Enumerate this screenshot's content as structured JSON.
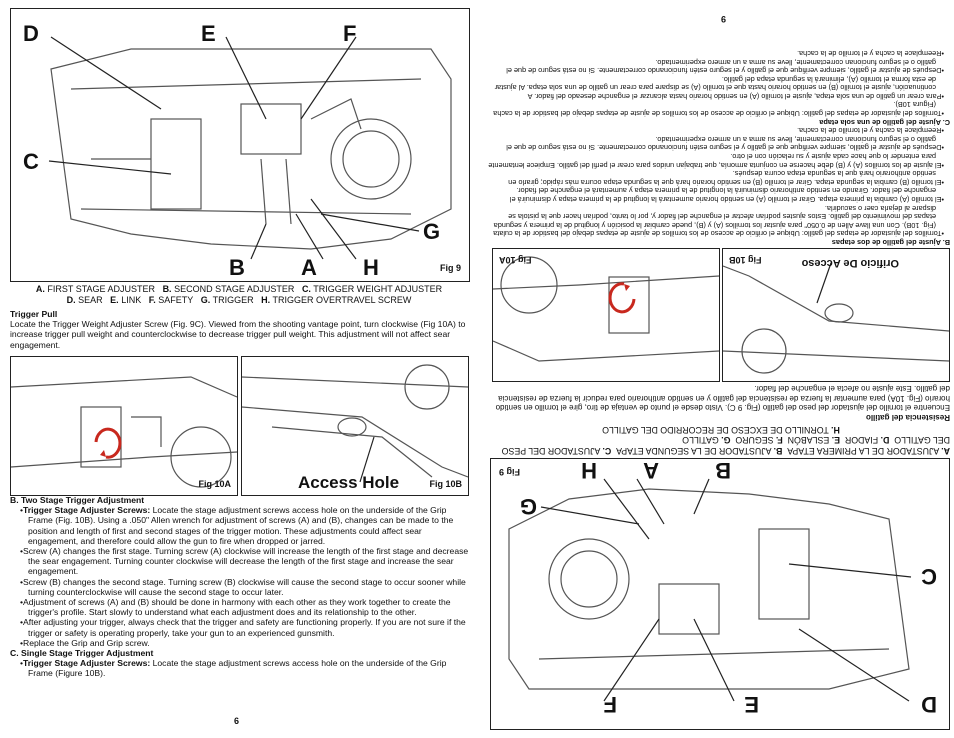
{
  "page_left": {
    "page_number": "6",
    "fig9": {
      "fig_label": "Fig 9",
      "letters": [
        "A",
        "B",
        "C",
        "D",
        "E",
        "F",
        "G",
        "H"
      ],
      "caption_line1": [
        {
          "k": "A.",
          "v": " FIRST STAGE ADJUSTER"
        },
        {
          "k": "B.",
          "v": " SECOND STAGE ADJUSTER"
        },
        {
          "k": "C.",
          "v": " TRIGGER WEIGHT ADJUSTER"
        }
      ],
      "caption_line2": [
        {
          "k": "D.",
          "v": " SEAR"
        },
        {
          "k": "E.",
          "v": " LINK"
        },
        {
          "k": "F.",
          "v": " SAFETY"
        },
        {
          "k": "G.",
          "v": " TRIGGER"
        },
        {
          "k": "H.",
          "v": " TRIGGER OVERTRAVEL SCREW"
        }
      ]
    },
    "trigger_pull": {
      "heading": "Trigger Pull",
      "body": "Locate the Trigger Weight Adjuster Screw (Fig. 9C). Viewed from the shooting vantage point, turn clockwise (Fig 10A) to increase trigger pull weight and counterclockwise to decrease trigger pull weight. This adjustment will not affect sear engagement."
    },
    "fig10a_label": "Fig 10A",
    "fig10b_label": "Fig 10B",
    "access_hole": "Access Hole",
    "section_b": {
      "heading": "B. Two Stage Trigger Adjustment",
      "bullets": [
        {
          "bold": "Trigger Stage Adjuster Screws:",
          "text": " Locate the stage adjustment screws access hole on the underside of the Grip Frame (Fig. 10B). Using a .050\" Allen wrench for adjustment of screws (A) and (B), changes can be made to the position and length of first and second stages of the trigger motion. These adjustments could affect sear engagement, and therefore could allow the gun to fire when dropped or jarred."
        },
        {
          "bold": "",
          "text": "Screw (A) changes the first stage. Turning screw (A) clockwise will increase the length of the first stage and decrease the sear engagement. Turning counter clockwise will decrease the length of the first stage and increase the sear engagement."
        },
        {
          "bold": "",
          "text": "Screw (B) changes the second stage. Turning screw (B) clockwise will cause the second stage to occur sooner while turning counterclockwise will cause the second stage to occur later."
        },
        {
          "bold": "",
          "text": "Adjustment of screws (A) and (B) should be done in harmony with each other as they work together to create the trigger's profile. Start slowly to understand what each adjustment does and its relationship to the other."
        },
        {
          "bold": "",
          "text": "After adjusting your trigger, always check that the trigger and safety are functioning properly. If you are not sure if the trigger or safety is operating properly, take your gun to an experienced gunsmith."
        },
        {
          "bold": "",
          "text": "Replace the Grip and Grip screw."
        }
      ]
    },
    "section_c": {
      "heading": "C. Single Stage Trigger Adjustment",
      "bullets": [
        {
          "bold": "Trigger Stage Adjuster Screws:",
          "text": " Locate the stage adjustment screws access hole on the underside of the Grip Frame (Figure 10B)."
        }
      ]
    }
  },
  "page_right": {
    "page_number": "9",
    "fig9_label": "Fig 9",
    "fig10a_label": "Fig 10A",
    "fig10b_label": "Fig 10B",
    "access_hole": "Orificio De Acceso",
    "caption_line1": [
      {
        "k": "A.",
        "v": " AJUSTADOR DE LA PRIMERA ETAPA"
      },
      {
        "k": "B.",
        "v": " AJUSTADOR DE LA SEGUNDA ETAPA"
      },
      {
        "k": "C.",
        "v": " AJUSTADOR DEL PESO DEL GATILLO"
      }
    ],
    "caption_line2": [
      {
        "k": "D.",
        "v": " FIADOR"
      },
      {
        "k": "E.",
        "v": " ESLABÓN"
      },
      {
        "k": "F.",
        "v": " SEGURO"
      },
      {
        "k": "G.",
        "v": " GATILLO"
      }
    ],
    "caption_line3": [
      {
        "k": "H.",
        "v": " TORNILLO DE EXCESO DE RECORRIDO DEL GATILLO"
      }
    ],
    "resistencia": {
      "heading": "Resistencia del gatillo",
      "body": "Encuentre el tornillo del ajustador del peso del gatillo (Fig. 9 C). Visto desde el punto de ventaja de tiro, gire el tornillo en sentido horario (Fig. 10A) para aumentar la fuerza de resistencia del gatillo y en sentido antihorario para reducir la fuerza de resistencia del gatillo. Este ajuste no afecta el enganche del fiador."
    },
    "section_b": {
      "heading": "B. Ajuste del gatillo de dos etapas",
      "bullets": [
        "Tornillos del ajustador de etapas del gatillo: Ubique el orificio de acceso de los tornillos de ajuste de etapas debajo del bastidor de la culata (Fig. 10B). Con una llave Allen de 0.050\" para ajustar los tornillos (A) y (B), puede cambiar la posición y longitud de la primera y segunda etapas del movimiento del gatillo. Estos ajustes podrían afectar el enganche del fiador y, por lo tanto, podrían hacer que la pistola se dispare al dejarla caer o sacudirla.",
        "El tornillo (A) cambia la primera etapa. Girar el tornillo (A) en sentido horario aumentará la longitud de la primera etapa y disminuirá el enganche del fiador. Girando en sentido antihorario disminuirá la longitud de la primera etapa y aumentará el enganche del fiador.",
        "El tornillo (B) cambia la segunda etapa. Girar el tornillo (B) en sentido horario hará que la segunda etapa ocurra más rápido; girarlo en sentido antihorario hará que la segunda etapa ocurra después.",
        "El ajuste de los tornillos (A) y (B) debe hacerse en conjunta armonía, que trabajan unidos para crear el perfil del gatillo. Empiece lentamente para entender lo que hace cada ajuste y su relación con el otro.",
        "Después de ajustar el gatillo, siempre verifique que el gatillo y el seguro estén funcionando correctamente. Si no está seguro de que el gatillo o el seguro funcionan correctamente, lleve su arma a un armero experimentado.",
        "Reemplace la cacha y el tornillo de la cacha."
      ]
    },
    "section_c": {
      "heading": "C. Ajuste del gatillo de una sola etapa",
      "bullets": [
        "Tornillos del ajustador de etapas del gatillo: Ubique el orificio de acceso de los tornillos de ajuste de etapas debajo del bastidor de la cacha (Figura 10B).",
        "Para crear un gatillo de una sola etapa, ajuste el tornillo (A) en sentido horario hasta alcanzar el enganche deseado del fiador. A continuación, ajuste el tornillo (B) en sentido horario hasta que el tornillo (A) se dispare para crear un gatillo de una sola etapa. Al ajustar de esta forma el tornillo (A), eliminará la segunda etapa del gatillo.",
        "Después de ajustar el gatillo, siempre verifique que el gatillo y el seguro estén funcionando correctamente. Si no está seguro de que el gatillo o el seguro funcionan correctamente, lleve su arma a un armero experimentado.",
        "Reemplace la cacha y el tornillo de la cacha."
      ]
    }
  }
}
